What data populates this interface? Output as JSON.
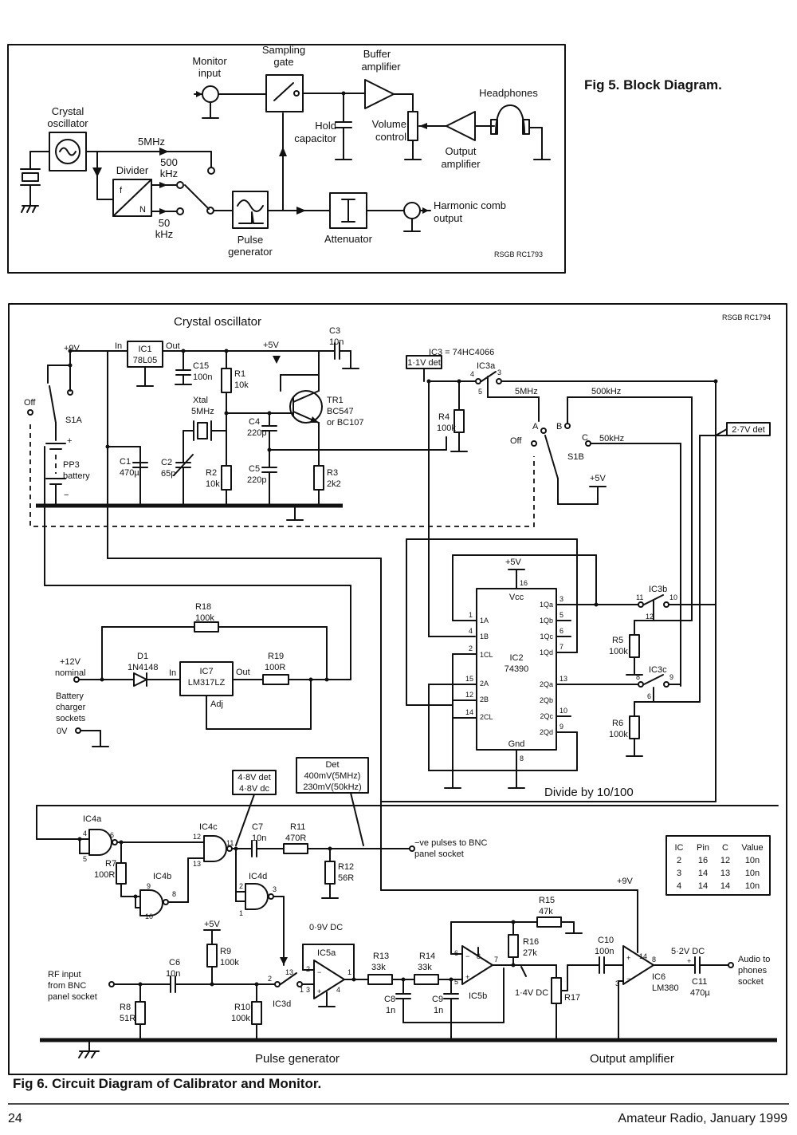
{
  "fig5": {
    "caption": "Fig 5. Block Diagram.",
    "credit": "RSGB RC1793",
    "labels": {
      "crystal_osc": [
        "Crystal",
        "oscillator"
      ],
      "f5mhz": "5MHz",
      "divider": "Divider",
      "f500": [
        "500",
        "kHz"
      ],
      "f50": [
        "50",
        "kHz"
      ],
      "pulse_gen": [
        "Pulse",
        "generator"
      ],
      "attenuator": "Attenuator",
      "harmonic": [
        "Harmonic comb",
        "output"
      ],
      "monitor": [
        "Monitor",
        "input"
      ],
      "sampling": [
        "Sampling",
        "gate"
      ],
      "hold": [
        "Hold",
        "capacitor"
      ],
      "buffer": [
        "Buffer",
        "amplifier"
      ],
      "volume": [
        "Volume",
        "control"
      ],
      "output_amp": [
        "Output",
        "amplifier"
      ],
      "headphones": "Headphones"
    }
  },
  "fig6": {
    "caption": "Fig 6. Circuit Diagram of Calibrator and Monitor.",
    "credit": "RSGB RC1794",
    "sections": {
      "crystal": "Crystal oscillator",
      "divide": "Divide by 10/100",
      "pulse": "Pulse generator",
      "output": "Output amplifier"
    },
    "rails": {
      "p9v": "+9V",
      "p5v": "+5V",
      "in": "In",
      "out": "Out"
    },
    "ic3_note": "IC3 = 74HC4066",
    "det_boxes": {
      "d11": "1·1V det",
      "d27": "2·7V det",
      "d48": [
        "4·8V det",
        "4·8V dc"
      ],
      "det": [
        "Det",
        "400mV(5MHz)",
        "230mV(50kHz)"
      ]
    },
    "switch": {
      "s1a": "S1A",
      "off": "Off",
      "s1b": "S1B",
      "off2": "Off",
      "a": "A",
      "b": "B",
      "c": "C",
      "f5": "5MHz",
      "f500": "500kHz",
      "f50": "50kHz"
    },
    "battery": {
      "plus": "+",
      "name": [
        "PP3",
        "battery"
      ],
      "minus": "−"
    },
    "components": {
      "ic1": [
        "IC1",
        "78L05"
      ],
      "c15": [
        "C15",
        "100n"
      ],
      "r1": [
        "R1",
        "10k"
      ],
      "c3": [
        "C3",
        "10n"
      ],
      "tr1": [
        "TR1",
        "BC547",
        "or BC107"
      ],
      "xtal": [
        "Xtal",
        "5MHz"
      ],
      "c4": [
        "C4",
        "220p"
      ],
      "c5": [
        "C5",
        "220p"
      ],
      "c1": [
        "C1",
        "470µ"
      ],
      "c2": [
        "C2",
        "65p"
      ],
      "r2": [
        "R2",
        "10k"
      ],
      "r3": [
        "R3",
        "2k2"
      ],
      "r4": [
        "R4",
        "100k"
      ],
      "ic3a": "IC3a",
      "r18": [
        "R18",
        "100k"
      ],
      "d1": [
        "D1",
        "1N4148"
      ],
      "ic7": [
        "IC7",
        "LM317LZ"
      ],
      "adj": "Adj",
      "r19": [
        "R19",
        "100R"
      ],
      "ic2": [
        "IC2",
        "74390"
      ],
      "ic3b": "IC3b",
      "ic3c": "IC3c",
      "r5": [
        "R5",
        "100k"
      ],
      "r6": [
        "R6",
        "100k"
      ],
      "ic4a": "IC4a",
      "ic4b": "IC4b",
      "ic4c": "IC4c",
      "ic4d": "IC4d",
      "r7": [
        "R7",
        "100R"
      ],
      "c7": [
        "C7",
        "10n"
      ],
      "r11": [
        "R11",
        "470R"
      ],
      "r12": [
        "R12",
        "56R"
      ],
      "r9": [
        "R9",
        "100k"
      ],
      "c6": [
        "C6",
        "10n"
      ],
      "r8": [
        "R8",
        "51R"
      ],
      "r10": [
        "R10",
        "100k"
      ],
      "ic3d": "IC3d",
      "ic5a": "IC5a",
      "r13": [
        "R13",
        "33k"
      ],
      "r14": [
        "R14",
        "33k"
      ],
      "c8": [
        "C8",
        "1n"
      ],
      "c9": [
        "C9",
        "1n"
      ],
      "ic5b": "IC5b",
      "r15": [
        "R15",
        "47k"
      ],
      "r16": [
        "R16",
        "27k"
      ],
      "r17": "R17",
      "c10": [
        "C10",
        "100n"
      ],
      "ic6": [
        "IC6",
        "LM380"
      ],
      "c11": [
        "C11",
        "470µ"
      ]
    },
    "ic2_pins": {
      "left": [
        "1A",
        "1B",
        "1CL",
        "2A",
        "2B",
        "2CL"
      ],
      "right": [
        "1Qa",
        "1Qb",
        "1Qc",
        "1Qd",
        "2Qa",
        "2Qb",
        "2Qc",
        "2Qd"
      ],
      "vcc": "Vcc",
      "gnd": "Gnd"
    },
    "texts": {
      "charger_in": [
        "+12V",
        "nominal"
      ],
      "charger_name": [
        "Battery",
        "charger",
        "sockets"
      ],
      "zero_v": "0V",
      "neg_pulses": [
        "−ve pulses to BNC",
        "panel socket"
      ],
      "rf_input": [
        "RF input",
        "from BNC",
        "panel socket"
      ],
      "v09": "0·9V DC",
      "v14": "1·4V DC",
      "v52": "5·2V DC",
      "audio": [
        "Audio to",
        "phones",
        "socket"
      ]
    },
    "pin_table": {
      "header": [
        "IC",
        "Pin",
        "C",
        "Value"
      ],
      "rows": [
        [
          "2",
          "16",
          "12",
          "10n"
        ],
        [
          "3",
          "14",
          "13",
          "10n"
        ],
        [
          "4",
          "14",
          "14",
          "10n"
        ]
      ]
    }
  },
  "footer": {
    "page": "24",
    "journal": "Amateur Radio, January 1999"
  }
}
